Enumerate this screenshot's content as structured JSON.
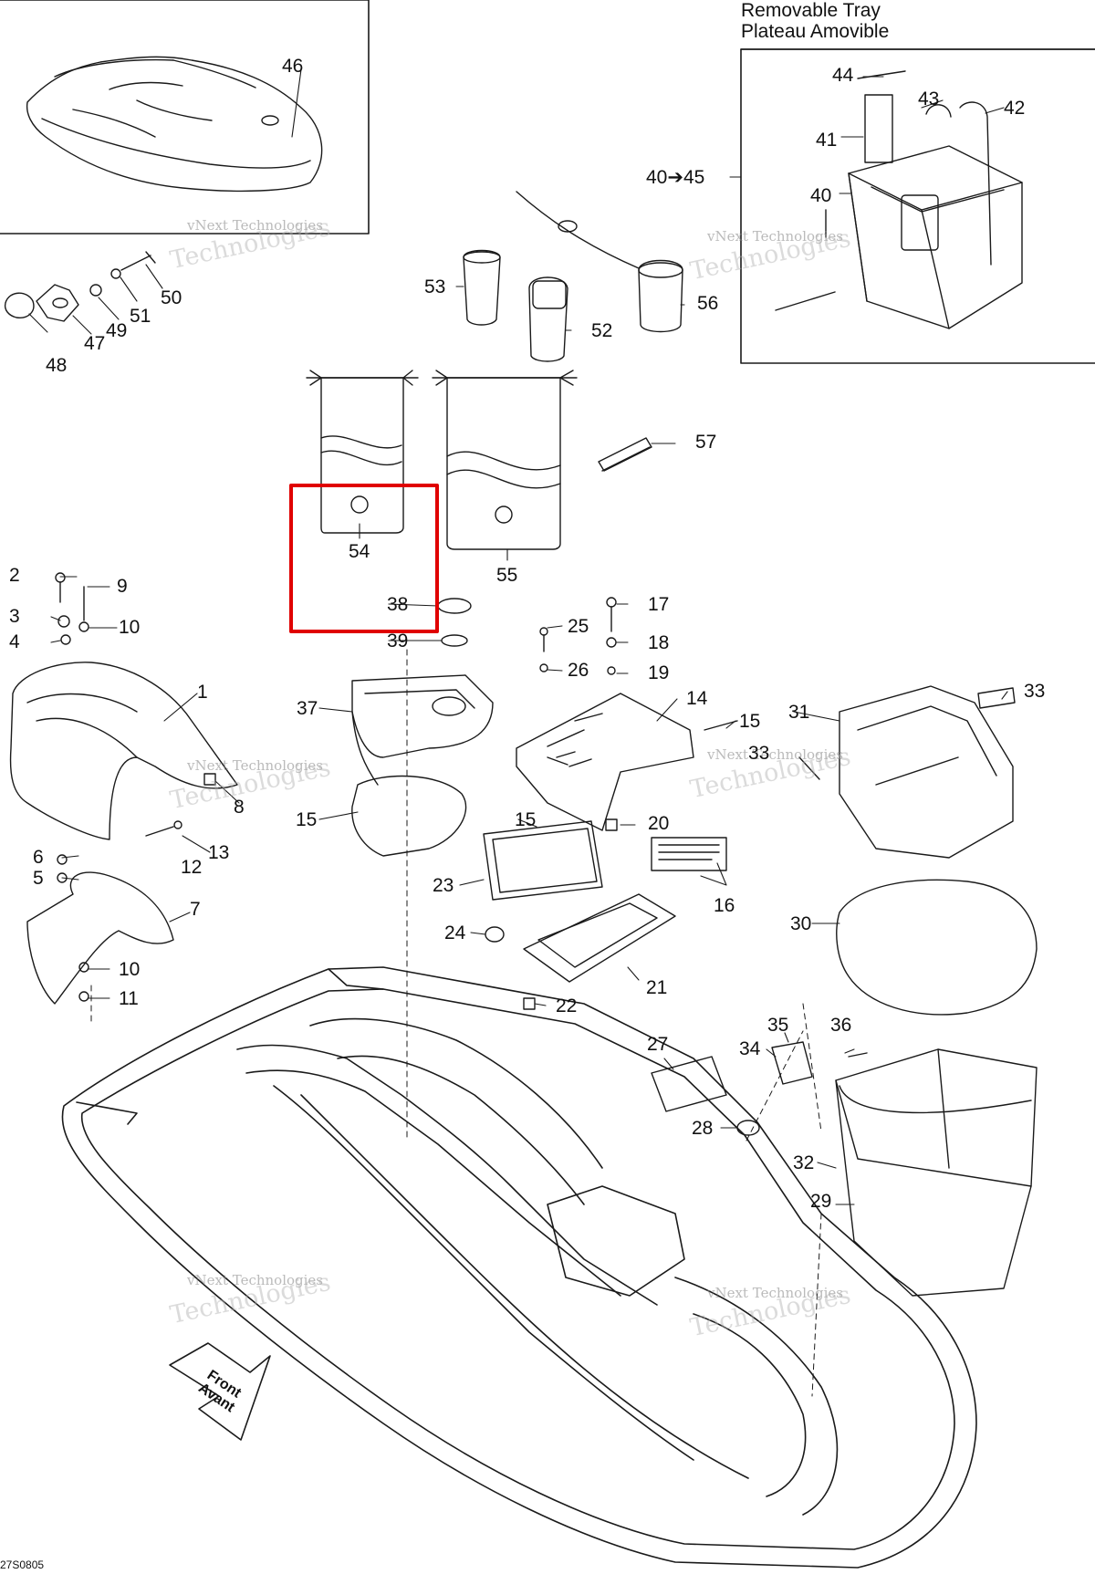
{
  "title": {
    "line1": "Removable Tray",
    "line2": "Plateau Amovible"
  },
  "diagram_code": "27S0805",
  "front_marker": {
    "line1": "Front",
    "line2": "Avant"
  },
  "watermark": {
    "line1": "vNext Technologies",
    "line2": "Technologies"
  },
  "highlight_color": "#e00000",
  "callouts": [
    "1",
    "2",
    "3",
    "4",
    "5",
    "6",
    "7",
    "8",
    "9",
    "10",
    "10",
    "11",
    "12",
    "13",
    "14",
    "15",
    "15",
    "15",
    "16",
    "17",
    "18",
    "19",
    "20",
    "21",
    "22",
    "23",
    "24",
    "25",
    "26",
    "27",
    "28",
    "29",
    "30",
    "31",
    "32",
    "33",
    "33",
    "34",
    "35",
    "36",
    "37",
    "38",
    "39",
    "40",
    "40➔45",
    "41",
    "42",
    "43",
    "44",
    "46",
    "47",
    "48",
    "49",
    "50",
    "51",
    "52",
    "53",
    "54",
    "55",
    "56",
    "57"
  ],
  "highlighted_callout": "54"
}
